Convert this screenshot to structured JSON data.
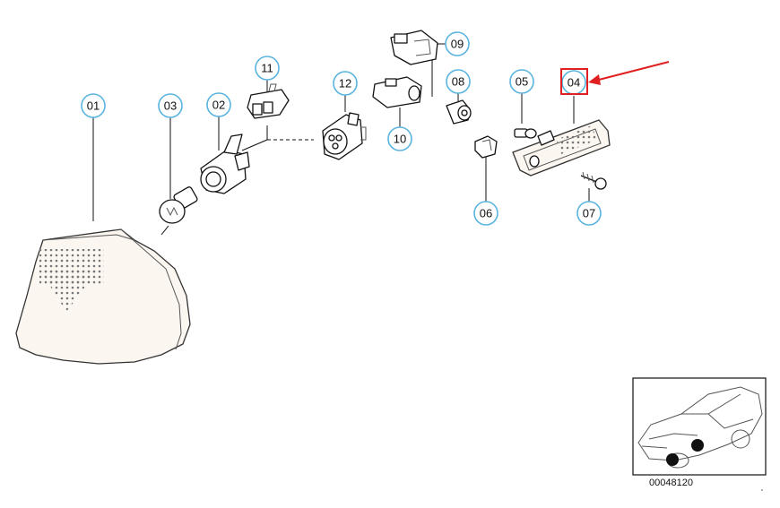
{
  "callouts": [
    {
      "id": "01",
      "label": "01"
    },
    {
      "id": "02",
      "label": "02"
    },
    {
      "id": "03",
      "label": "03"
    },
    {
      "id": "04",
      "label": "04"
    },
    {
      "id": "05",
      "label": "05"
    },
    {
      "id": "06",
      "label": "06"
    },
    {
      "id": "07",
      "label": "07"
    },
    {
      "id": "08",
      "label": "08"
    },
    {
      "id": "09",
      "label": "09"
    },
    {
      "id": "10",
      "label": "10"
    },
    {
      "id": "11",
      "label": "11"
    },
    {
      "id": "12",
      "label": "12"
    }
  ],
  "highlighted_callout": "04",
  "reference_number": "00048120",
  "colors": {
    "callout_ring": "#5ab4e0",
    "highlight": "#e02020",
    "line": "#111111"
  }
}
